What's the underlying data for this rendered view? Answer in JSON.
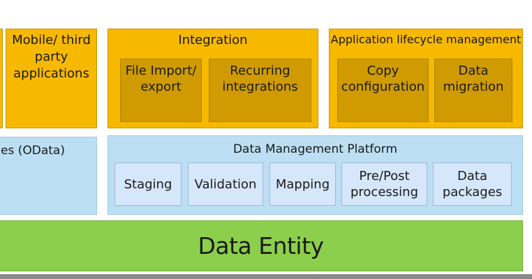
{
  "mobile": {
    "label": "Mobile/ third\nparty\napplications"
  },
  "integration": {
    "title": "Integration",
    "items": [
      "File Import/\nexport",
      "Recurring\nintegrations"
    ]
  },
  "alm": {
    "title": "Application lifecycle management",
    "items": [
      "Copy\nconfiguration",
      "Data\nmigration"
    ]
  },
  "odata": {
    "label": "es (OData)"
  },
  "dmp": {
    "title": "Data Management Platform",
    "items": [
      "Staging",
      "Validation",
      "Mapping",
      "Pre/Post\nprocessing",
      "Data\npackages"
    ]
  },
  "entity": {
    "label": "Data Entity"
  },
  "colors": {
    "gold": "#f7b800",
    "dark_gold": "#cf9b00",
    "light_blue": "#bcdff3",
    "pale_blue": "#d6e7fb",
    "green": "#8ccf4c"
  }
}
